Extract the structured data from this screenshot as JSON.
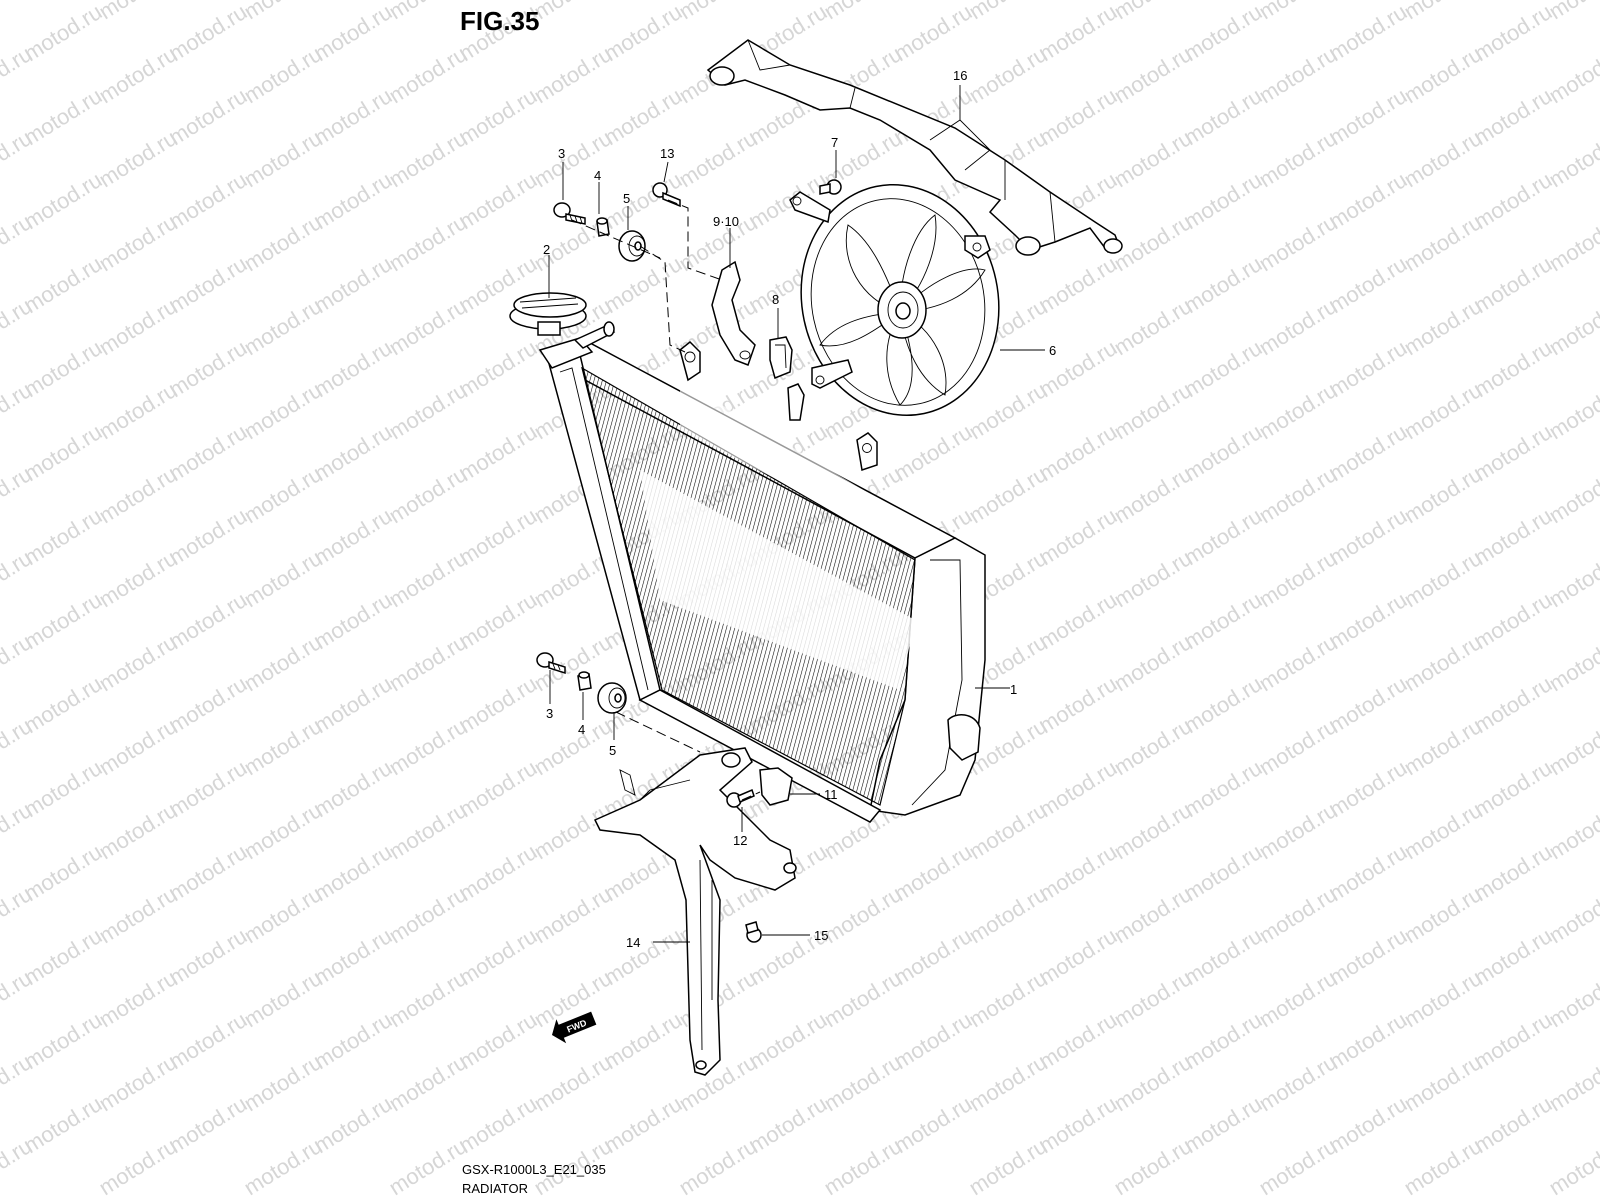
{
  "figure": {
    "title": "FIG.35"
  },
  "footer": {
    "model_code": "GSX-R1000L3_E21_035",
    "caption": "RADIATOR"
  },
  "watermark": {
    "text": "motod.ru"
  },
  "direction_arrow": {
    "label": "FWD"
  },
  "callouts": [
    {
      "label": "1"
    },
    {
      "label": "2"
    },
    {
      "label": "3"
    },
    {
      "label": "4"
    },
    {
      "label": "5"
    },
    {
      "label": "6"
    },
    {
      "label": "7"
    },
    {
      "label": "8"
    },
    {
      "label": "9·10"
    },
    {
      "label": "11"
    },
    {
      "label": "12"
    },
    {
      "label": "13"
    },
    {
      "label": "14"
    },
    {
      "label": "15"
    },
    {
      "label": "16"
    },
    {
      "label": "3"
    },
    {
      "label": "4"
    },
    {
      "label": "5"
    }
  ]
}
